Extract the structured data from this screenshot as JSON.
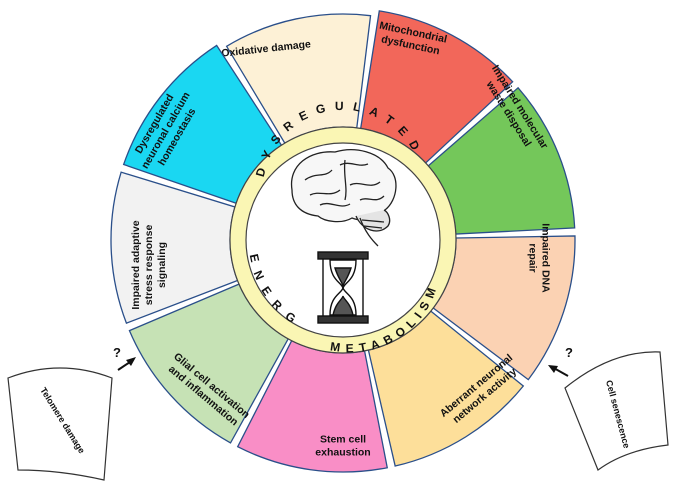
{
  "segments": [
    {
      "key": "oxidative",
      "lines": [
        "Oxidative damage"
      ],
      "color": "#fdf1d6"
    },
    {
      "key": "mito",
      "lines": [
        "Mitochondrial",
        "dysfunction"
      ],
      "color": "#f2675a"
    },
    {
      "key": "waste",
      "lines": [
        "Impaired molecular",
        "waste disposal"
      ],
      "color": "#74c75a"
    },
    {
      "key": "dna",
      "lines": [
        "Impaired DNA",
        "repair"
      ],
      "color": "#fbd2b3"
    },
    {
      "key": "network",
      "lines": [
        "Aberrant neuronal",
        "network activity"
      ],
      "color": "#fddf9a"
    },
    {
      "key": "stem",
      "lines": [
        "Stem cell",
        "exhaustion"
      ],
      "color": "#f98ec6"
    },
    {
      "key": "glial",
      "lines": [
        "Glial cell activation",
        "and inflammation"
      ],
      "color": "#c6e2b5"
    },
    {
      "key": "stress",
      "lines": [
        "Impaired adaptive",
        "stress response",
        "signaling"
      ],
      "color": "#f2f2f2"
    },
    {
      "key": "calcium",
      "lines": [
        "Dysregulated",
        "neuronal calcium",
        "homeostasis"
      ],
      "color": "#1ad7f2"
    }
  ],
  "ring": {
    "top_word": "DYSREGULATED",
    "left_word": "ENERGY",
    "bottom_word": "METABOLISM",
    "color": "#faf6b4"
  },
  "side_boxes": {
    "left": {
      "label": "Telomere damage",
      "question": "?"
    },
    "right": {
      "label": "Cell senescence",
      "question": "?"
    }
  },
  "icons": {
    "brain": "brain-icon",
    "hourglass": "hourglass-icon"
  }
}
